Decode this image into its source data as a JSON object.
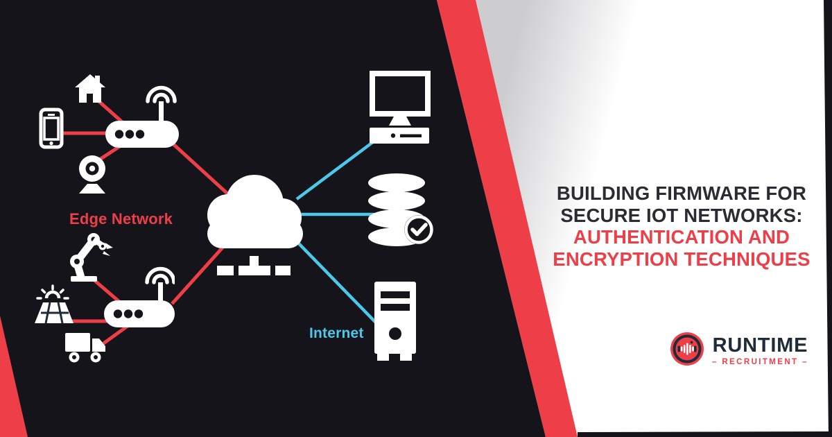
{
  "colors": {
    "background_dark": "#16141b",
    "accent_red": "#ee3e48",
    "accent_cyan": "#4cc8e8",
    "panel_white": "#ffffff",
    "title_dark": "#2c2b33",
    "logo_navy": "#1e2b38"
  },
  "diagram": {
    "labels": {
      "edge_network": "Edge Network",
      "internet": "Internet"
    },
    "icon_names": [
      "smartphone-icon",
      "smart-home-icon",
      "wifi-router-icon",
      "ip-camera-icon",
      "robotic-arm-icon",
      "solar-panel-icon",
      "delivery-truck-icon",
      "edge-wifi-router-icon",
      "cloud-icon",
      "network-switch-icon",
      "desktop-computer-icon",
      "secure-database-icon",
      "checkmark-icon",
      "server-tower-icon"
    ]
  },
  "headline": {
    "dark_lines": [
      "BUILDING FIRMWARE FOR",
      "SECURE IOT NETWORKS:"
    ],
    "red_lines": [
      "AUTHENTICATION AND",
      "ENCRYPTION TECHNIQUES"
    ]
  },
  "logo": {
    "brand": "RUNTIME",
    "tagline": "– RECRUITMENT –"
  }
}
